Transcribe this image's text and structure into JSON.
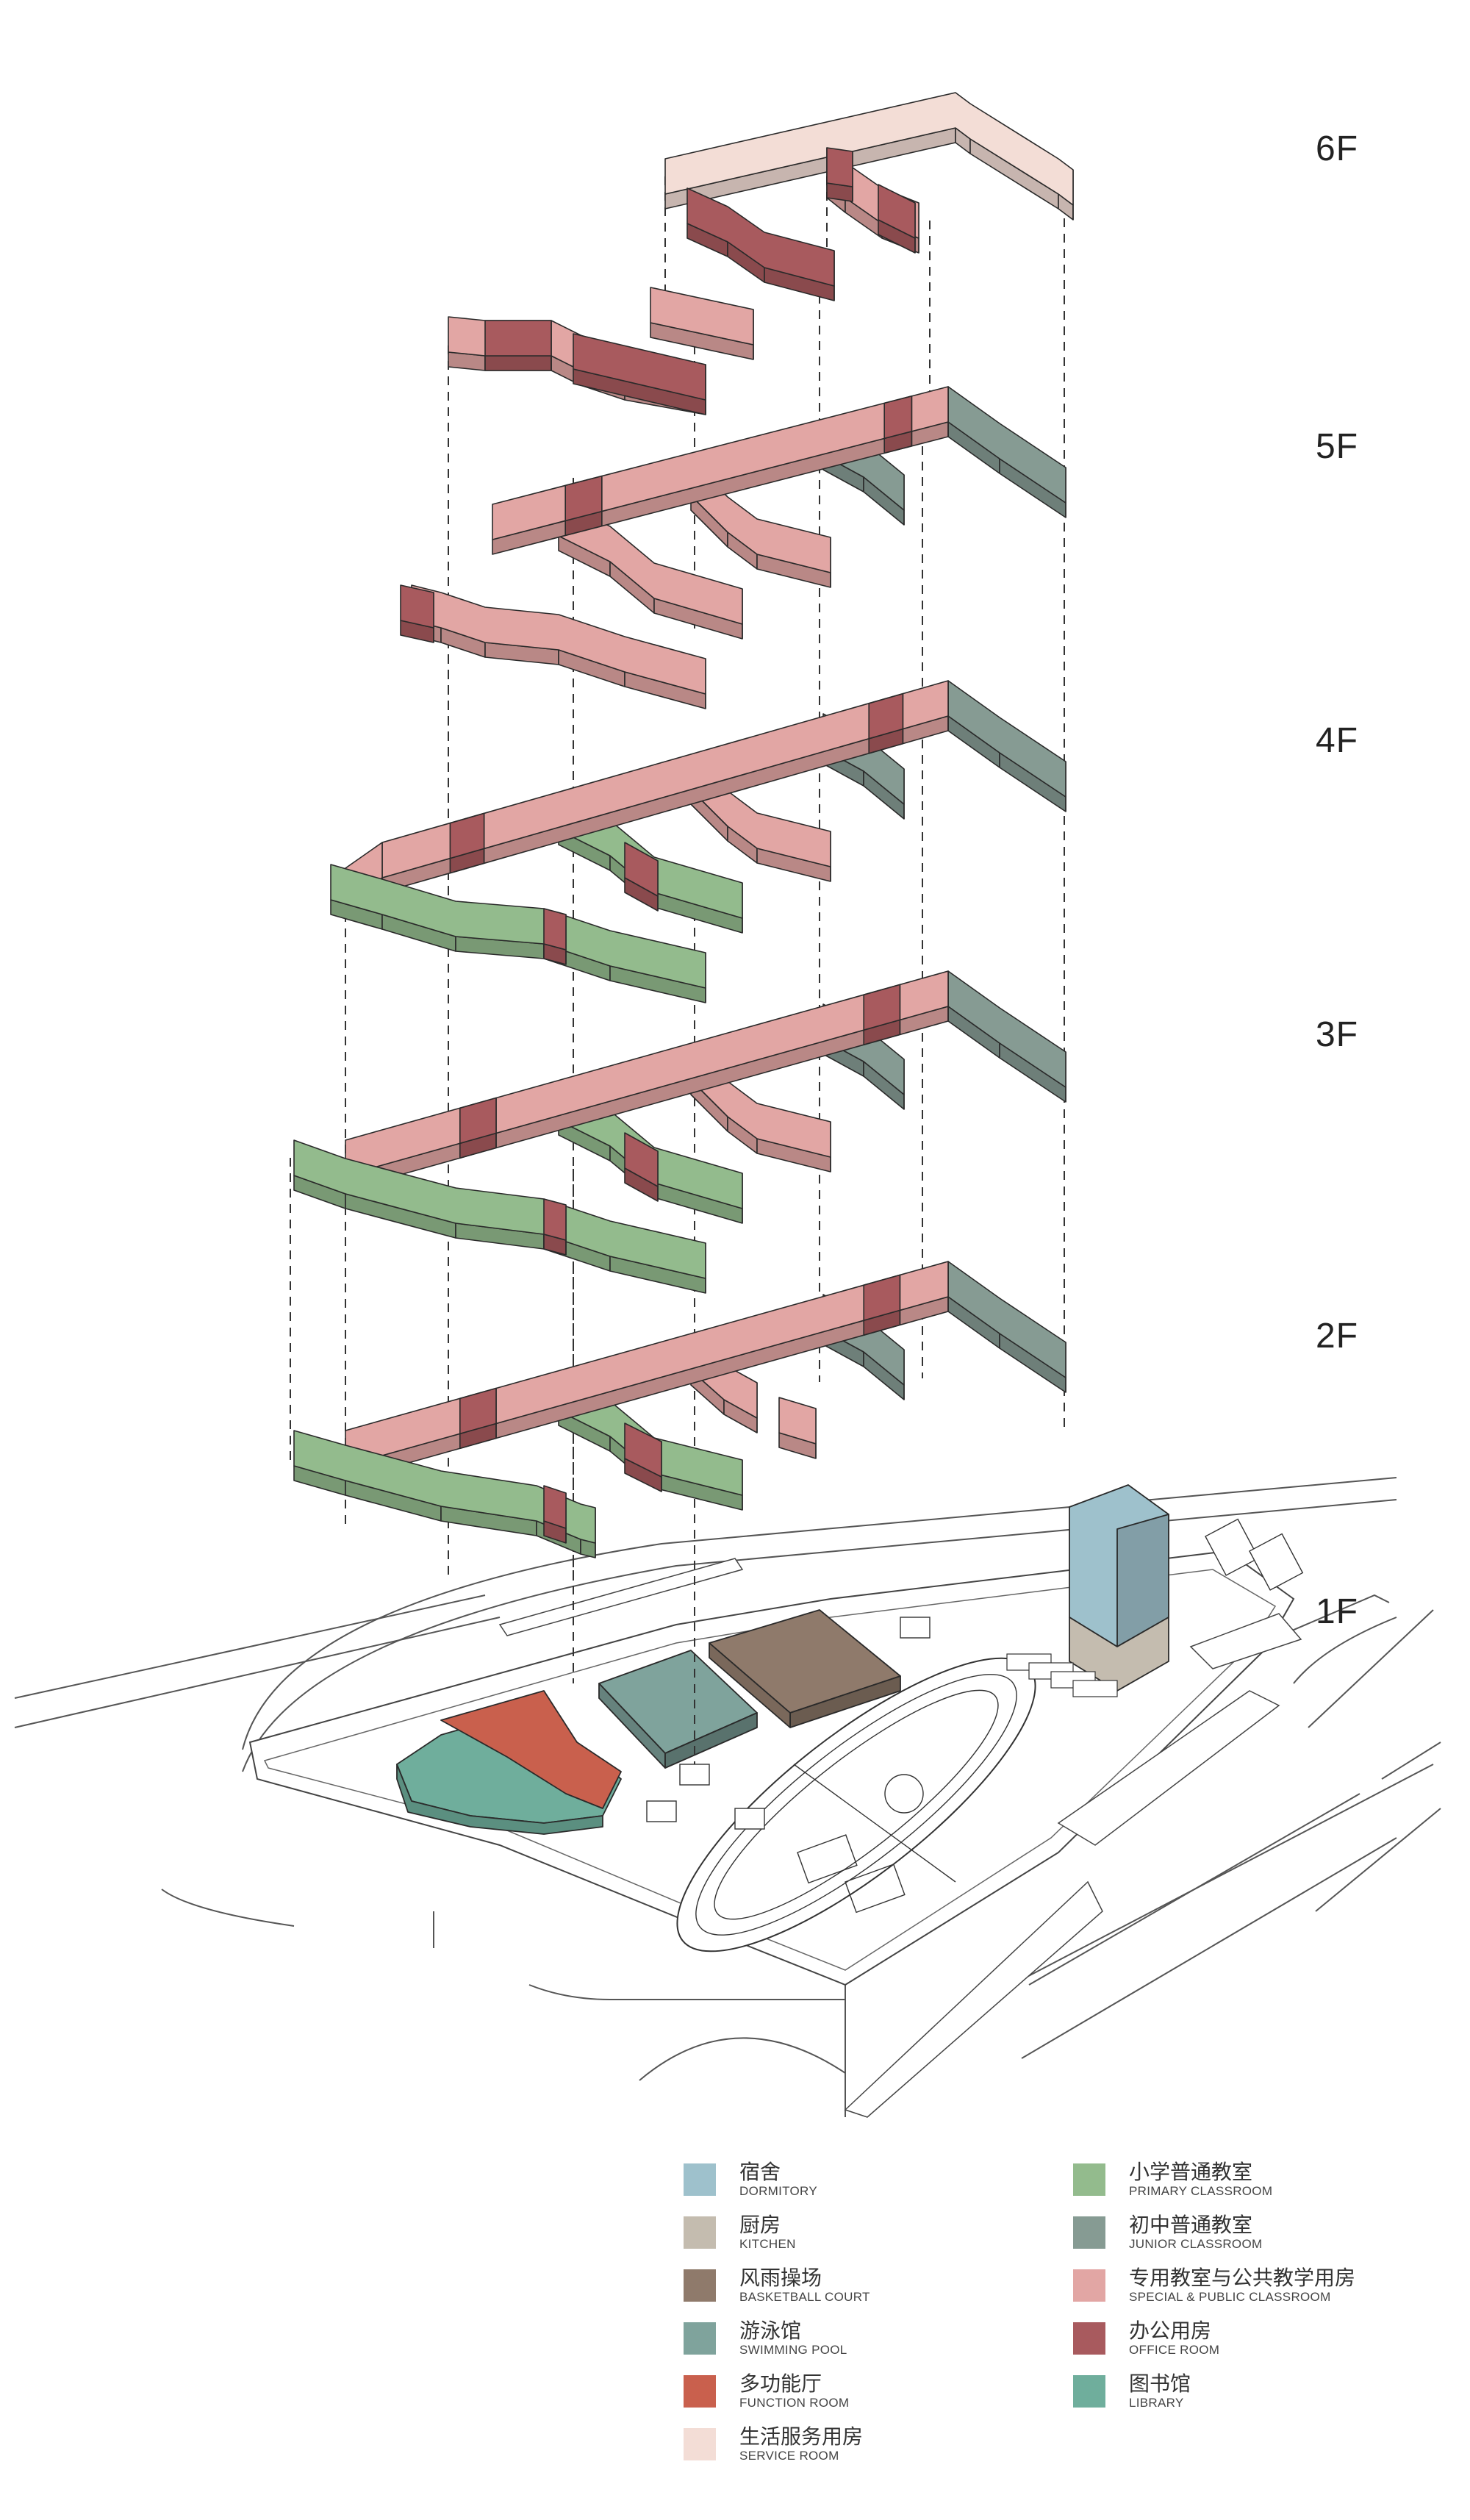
{
  "floors": [
    "6F",
    "5F",
    "4F",
    "3F",
    "2F",
    "1F"
  ],
  "colors": {
    "dormitory": "#9ec1cc",
    "kitchen": "#c4bcaf",
    "basketball": "#8f7a6b",
    "swimming": "#7fa39c",
    "function": "#c9604d",
    "service": "#f3ddd6",
    "primary": "#93bb8d",
    "junior": "#869b93",
    "special": "#e2a6a4",
    "office": "#a85a5e",
    "library": "#6fae9c"
  },
  "legend": {
    "left": [
      {
        "zh": "宿舍",
        "en": "DORMITORY",
        "color": "#9ec1cc"
      },
      {
        "zh": "厨房",
        "en": "KITCHEN",
        "color": "#c4bcaf"
      },
      {
        "zh": "风雨操场",
        "en": "BASKETBALL COURT",
        "color": "#8f7a6b"
      },
      {
        "zh": "游泳馆",
        "en": "SWIMMING POOL",
        "color": "#7fa39c"
      },
      {
        "zh": "多功能厅",
        "en": "FUNCTION ROOM",
        "color": "#c9604d"
      },
      {
        "zh": "生活服务用房",
        "en": "SERVICE ROOM",
        "color": "#f3ddd6"
      }
    ],
    "right": [
      {
        "zh": "小学普通教室",
        "en": "PRIMARY CLASSROOM",
        "color": "#93bb8d"
      },
      {
        "zh": "初中普通教室",
        "en": "JUNIOR CLASSROOM",
        "color": "#869b93"
      },
      {
        "zh": "专用教室与公共教学用房",
        "en": "SPECIAL & PUBLIC CLASSROOM",
        "color": "#e2a6a4"
      },
      {
        "zh": "办公用房",
        "en": "OFFICE ROOM",
        "color": "#a85a5e"
      },
      {
        "zh": "图书馆",
        "en": "LIBRARY",
        "color": "#6fae9c"
      }
    ]
  }
}
